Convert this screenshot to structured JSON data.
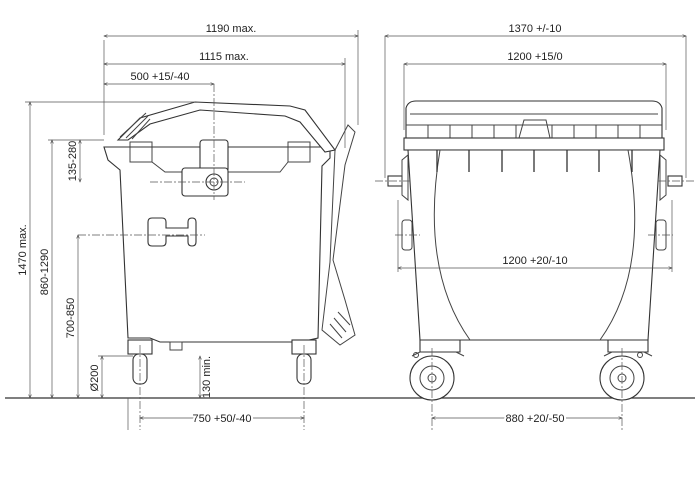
{
  "drawing": {
    "side_view": {
      "width_overall": "1190 max.",
      "width_body": "1115 max.",
      "pivot_distance": "500 +15/-40",
      "height_overall": "1470 max.",
      "rim_height": "860-1290",
      "pivot_offset": "135-280",
      "handle_height": "700-850",
      "wheel_diameter": "Ø200",
      "ground_clearance": "130 min.",
      "wheelbase": "750 +50/-40"
    },
    "front_view": {
      "width_overall": "1370 +/-10",
      "width_lid": "1200 +15/0",
      "width_body": "1200 +20/-10",
      "track_width": "880 +20/-50"
    }
  }
}
